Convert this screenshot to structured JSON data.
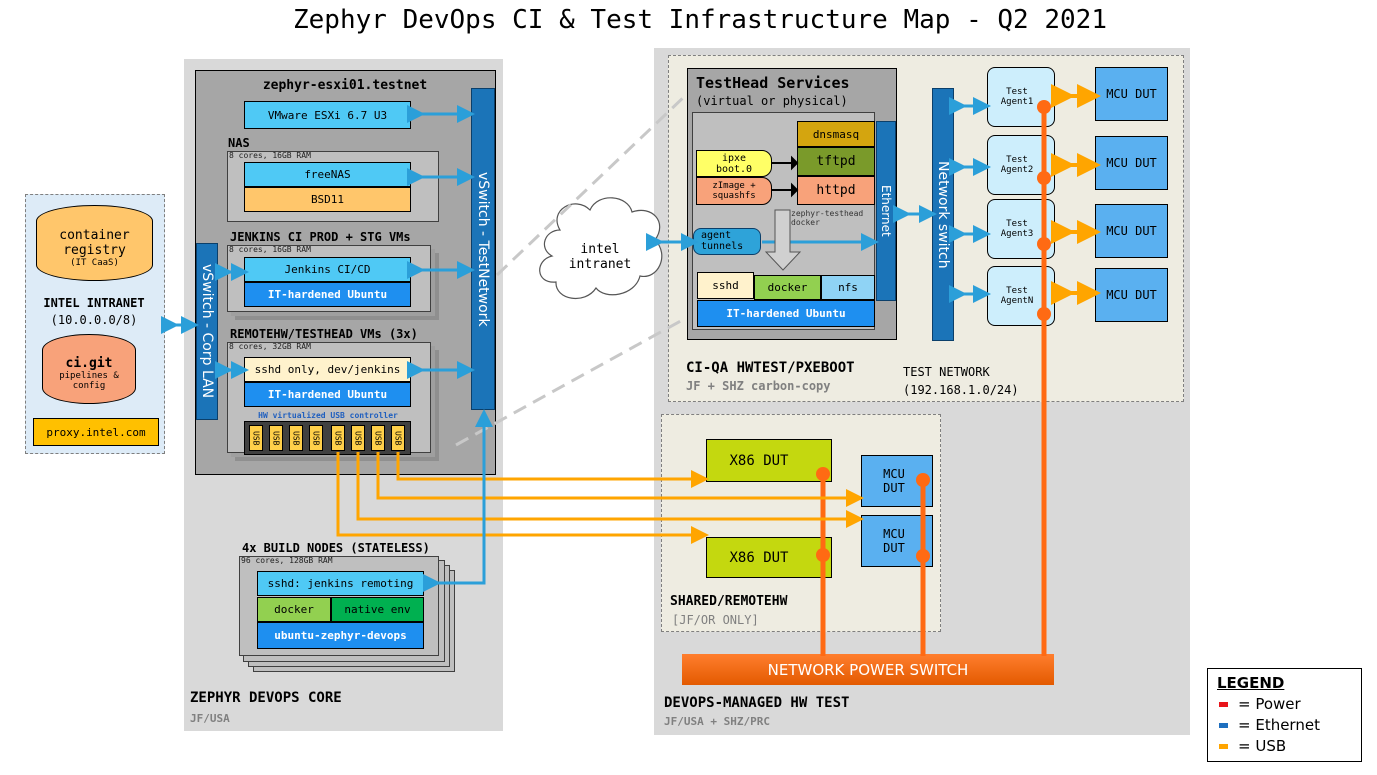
{
  "title": "Zephyr DevOps CI & Test Infrastructure Map - Q2 2021",
  "intel_intranet": {
    "container_registry": "container registry",
    "container_registry_sub": "(IT CaaS)",
    "name": "INTEL INTRANET",
    "subnet": "(10.0.0.0/8)",
    "ci_git": "ci.git",
    "ci_git_sub": "pipelines & config",
    "proxy": "proxy.intel.com"
  },
  "intel_cloud": "intel intranet",
  "core": {
    "esxi_host": "zephyr-esxi01.testnet",
    "vmware": "VMware ESXi 6.7 U3",
    "nas_label": "NAS",
    "nas_specs": "8 cores, 16GB RAM",
    "freenas": "freeNAS",
    "bsd": "BSD11",
    "jenkins_label": "JENKINS CI PROD + STG VMs",
    "jenkins_specs": "8 cores, 16GB RAM",
    "jenkins_ci": "Jenkins CI/CD",
    "it_ubuntu": "IT-hardened Ubuntu",
    "remotehw_label": "REMOTEHW/TESTHEAD VMs (3x)",
    "remotehw_specs": "8 cores, 32GB RAM",
    "sshd_dev": "sshd only, dev/jenkins",
    "usb_controller": "HW virtualized USB controller",
    "usb_port": "USB",
    "vswitch_corp": "vSwitch - Corp LAN",
    "vswitch_test": "vSwitch - TestNetwork",
    "build_label": "4x BUILD NODES (STATELESS)",
    "build_specs": "96 cores, 128GB RAM",
    "sshd_jenkins": "sshd: jenkins remoting",
    "docker": "docker",
    "native_env": "native env",
    "ubuntu_devops": "ubuntu-zephyr-devops",
    "region_name": "ZEPHYR DEVOPS CORE",
    "region_loc": "JF/USA"
  },
  "testhead": {
    "title": "TestHead Services",
    "subtitle": "(virtual or physical)",
    "dnsmasq": "dnsmasq",
    "tftpd": "tftpd",
    "httpd": "httpd",
    "ipxe": "ipxe boot.0",
    "zimage": "zImage + squashfs",
    "container": "zephyr-testhead docker",
    "agent_tunnels": "agent tunnels",
    "sshd": "sshd",
    "docker": "docker",
    "nfs": "nfs",
    "it_ubuntu": "IT-hardened Ubuntu",
    "ethernet": "Ethernet",
    "name": "CI-QA HWTEST/PXEBOOT",
    "loc": "JF + SHZ carbon-copy"
  },
  "test_network": {
    "switch": "Network switch",
    "agents": [
      "Test Agent1",
      "Test Agent2",
      "Test Agent3",
      "Test AgentN"
    ],
    "mcu_dut": "MCU DUT",
    "name": "TEST NETWORK",
    "subnet": "(192.168.1.0/24)"
  },
  "shared": {
    "x86_dut": "X86 DUT",
    "mcu_dut": "MCU DUT",
    "name": "SHARED/REMOTEHW",
    "loc": "[JF/OR ONLY]"
  },
  "power_switch": "NETWORK POWER SWITCH",
  "hw_test": {
    "name": "DEVOPS-MANAGED HW TEST",
    "loc": "JF/USA + SHZ/PRC"
  },
  "legend": {
    "title": "LEGEND",
    "items": [
      "= Power",
      "= Ethernet",
      "= USB"
    ]
  },
  "colors": {
    "power": "#ff6a13",
    "ethernet": "#2b9fd9",
    "usb": "#ffa500",
    "switch": "#1b74b8"
  }
}
